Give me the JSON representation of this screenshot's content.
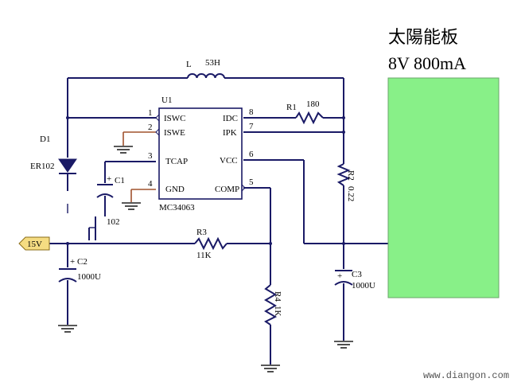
{
  "panel": {
    "title": "太陽能板",
    "rating": "8V 800mA",
    "fill_color": "#88f088"
  },
  "ic": {
    "ref": "U1",
    "part": "MC34063",
    "pins": {
      "p1": {
        "num": "1",
        "name": "ISWC"
      },
      "p2": {
        "num": "2",
        "name": "ISWE"
      },
      "p3": {
        "num": "3",
        "name": "TCAP"
      },
      "p4": {
        "num": "4",
        "name": "GND"
      },
      "p5": {
        "num": "5",
        "name": "COMP"
      },
      "p6": {
        "num": "6",
        "name": "VCC"
      },
      "p7": {
        "num": "7",
        "name": "IPK"
      },
      "p8": {
        "num": "8",
        "name": "IDC"
      }
    }
  },
  "components": {
    "inductor": {
      "ref": "L",
      "value": "53H"
    },
    "r1": {
      "ref": "R1",
      "value": "180"
    },
    "r2": {
      "ref": "R2",
      "value": "0.22"
    },
    "r3": {
      "ref": "R3",
      "value": "11K"
    },
    "r4": {
      "ref": "R4",
      "value": "1K"
    },
    "c1": {
      "ref": "C1",
      "value": "102"
    },
    "c2": {
      "ref": "C2",
      "value": "1000U"
    },
    "c3": {
      "ref": "C3",
      "value": "1000U"
    },
    "d1": {
      "ref": "D1",
      "value": "ER102"
    }
  },
  "port": {
    "label": "15V",
    "color": "#f5dc82"
  },
  "watermark": "www.diangon.com"
}
